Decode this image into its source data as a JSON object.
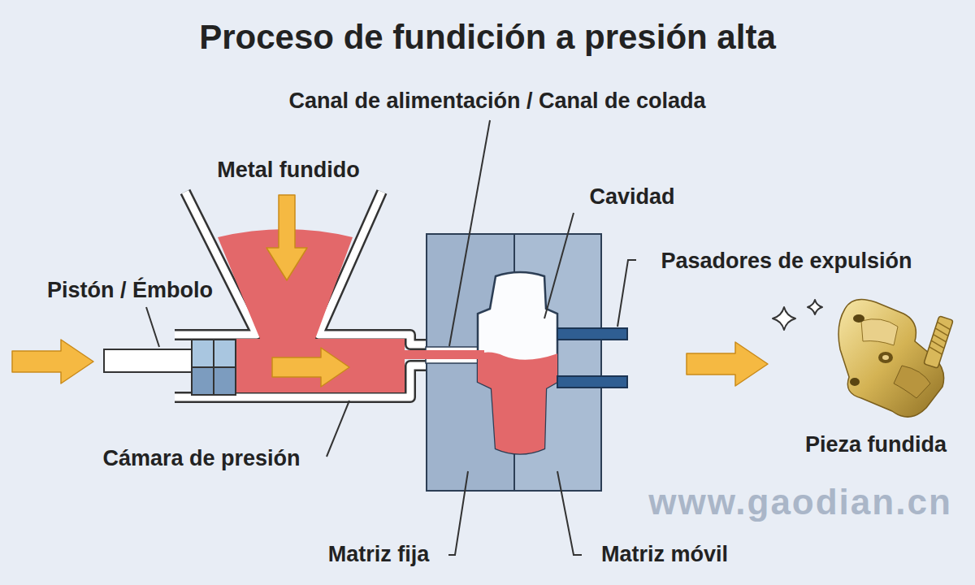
{
  "diagram": {
    "title": "Proceso de fundición a presión alta",
    "labels": [
      "Canal de alimentación / Canal de colada",
      "Metal fundido",
      "Cavidad",
      "Pasadores de expulsión",
      "Pistón / Émbolo",
      "Pieza fundida",
      "Cámara de presión",
      "Matriz fija",
      "Matriz móvil",
      "www.gaodian.cn"
    ]
  }
}
